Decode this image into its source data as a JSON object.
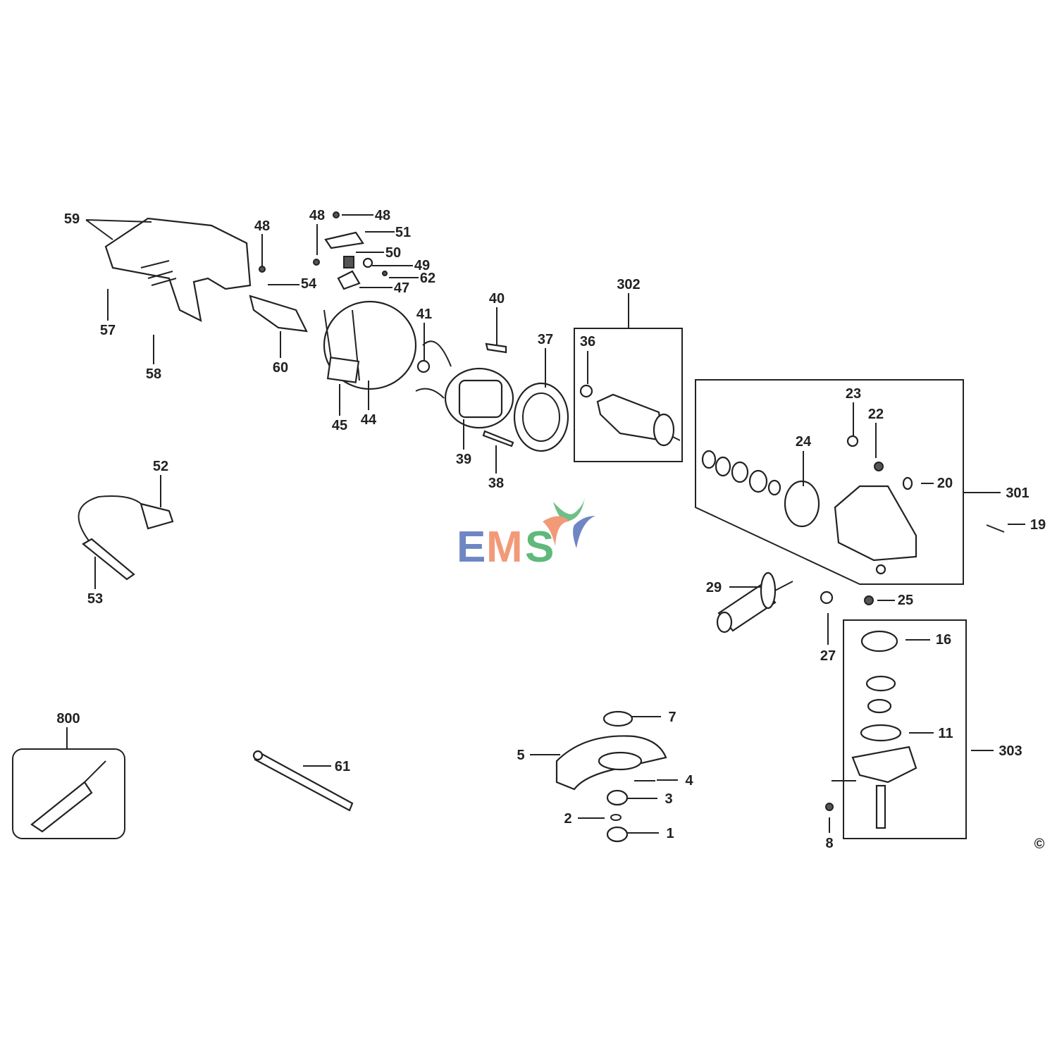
{
  "diagram": {
    "type": "exploded parts diagram",
    "labels": [
      "59",
      "48",
      "48",
      "48",
      "51",
      "50",
      "49",
      "62",
      "47",
      "54",
      "57",
      "58",
      "60",
      "41",
      "40",
      "45",
      "44",
      "39",
      "37",
      "38",
      "302",
      "36",
      "23",
      "22",
      "24",
      "20",
      "301",
      "19",
      "52",
      "53",
      "29",
      "25",
      "27",
      "16",
      "11",
      "303",
      "8",
      "800",
      "61",
      "7",
      "5",
      "4",
      "3",
      "2",
      "1",
      "©"
    ],
    "logo": {
      "letters": [
        "E",
        "M",
        "S"
      ],
      "colors": {
        "E": "#6f86c4",
        "M": "#f29a78",
        "S": "#5fb97a",
        "swoosh_green": "#6fbf86",
        "swoosh_orange": "#f29a78",
        "swoosh_blue": "#6f86c4"
      }
    }
  }
}
